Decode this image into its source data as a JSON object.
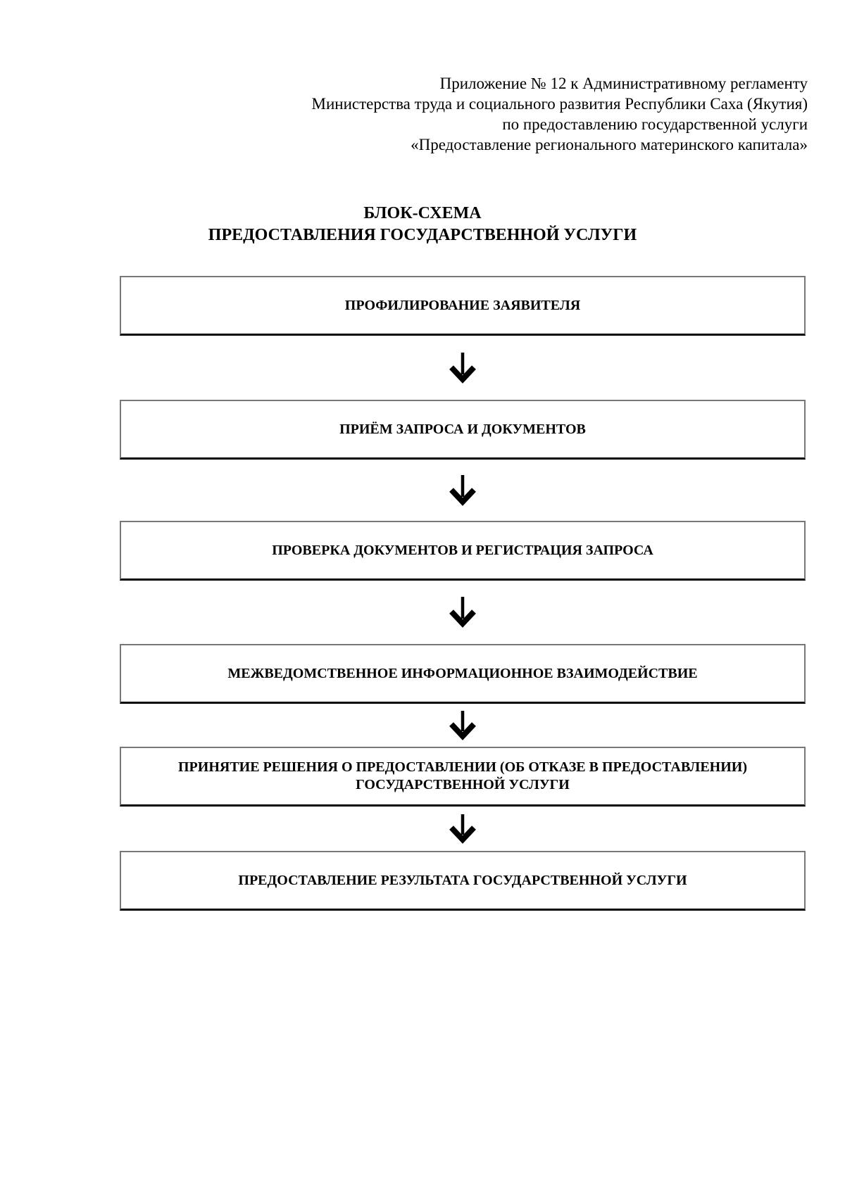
{
  "document": {
    "annotation": {
      "lines": [
        "Приложение № 12 к Административному регламенту",
        "Министерства труда и социального развития Республики Саха (Якутия)",
        "по предоставлению государственной услуги",
        "«Предоставление регионального материнского капитала»"
      ]
    },
    "title": {
      "lines": [
        "БЛОК-СХЕМА",
        "ПРЕДОСТАВЛЕНИЯ ГОСУДАРСТВЕННОЙ УСЛУГИ"
      ]
    }
  },
  "flowchart": {
    "connector_icon": "down-arrow-icon",
    "steps": [
      {
        "label": "ПРОФИЛИРОВАНИЕ ЗАЯВИТЕЛЯ"
      },
      {
        "label": "ПРИЁМ ЗАПРОСА И ДОКУМЕНТОВ"
      },
      {
        "label": "ПРОВЕРКА ДОКУМЕНТОВ И РЕГИСТРАЦИЯ ЗАПРОСА"
      },
      {
        "label": "МЕЖВЕДОМСТВЕННОЕ ИНФОРМАЦИОННОЕ ВЗАИМОДЕЙСТВИЕ"
      },
      {
        "label": "ПРИНЯТИЕ РЕШЕНИЯ О ПРЕДОСТАВЛЕНИИ (ОБ ОТКАЗЕ В ПРЕДОСТАВЛЕНИИ)\nГОСУДАРСТВЕННОЙ УСЛУГИ"
      },
      {
        "label": "ПРЕДОСТАВЛЕНИЕ РЕЗУЛЬТАТА ГОСУДАРСТВЕННОЙ УСЛУГИ"
      }
    ]
  },
  "colors": {
    "page_bg": "#ffffff",
    "text": "#000000",
    "box_border_light": "#777777",
    "box_border_dark": "#000000",
    "arrow": "#000000"
  }
}
